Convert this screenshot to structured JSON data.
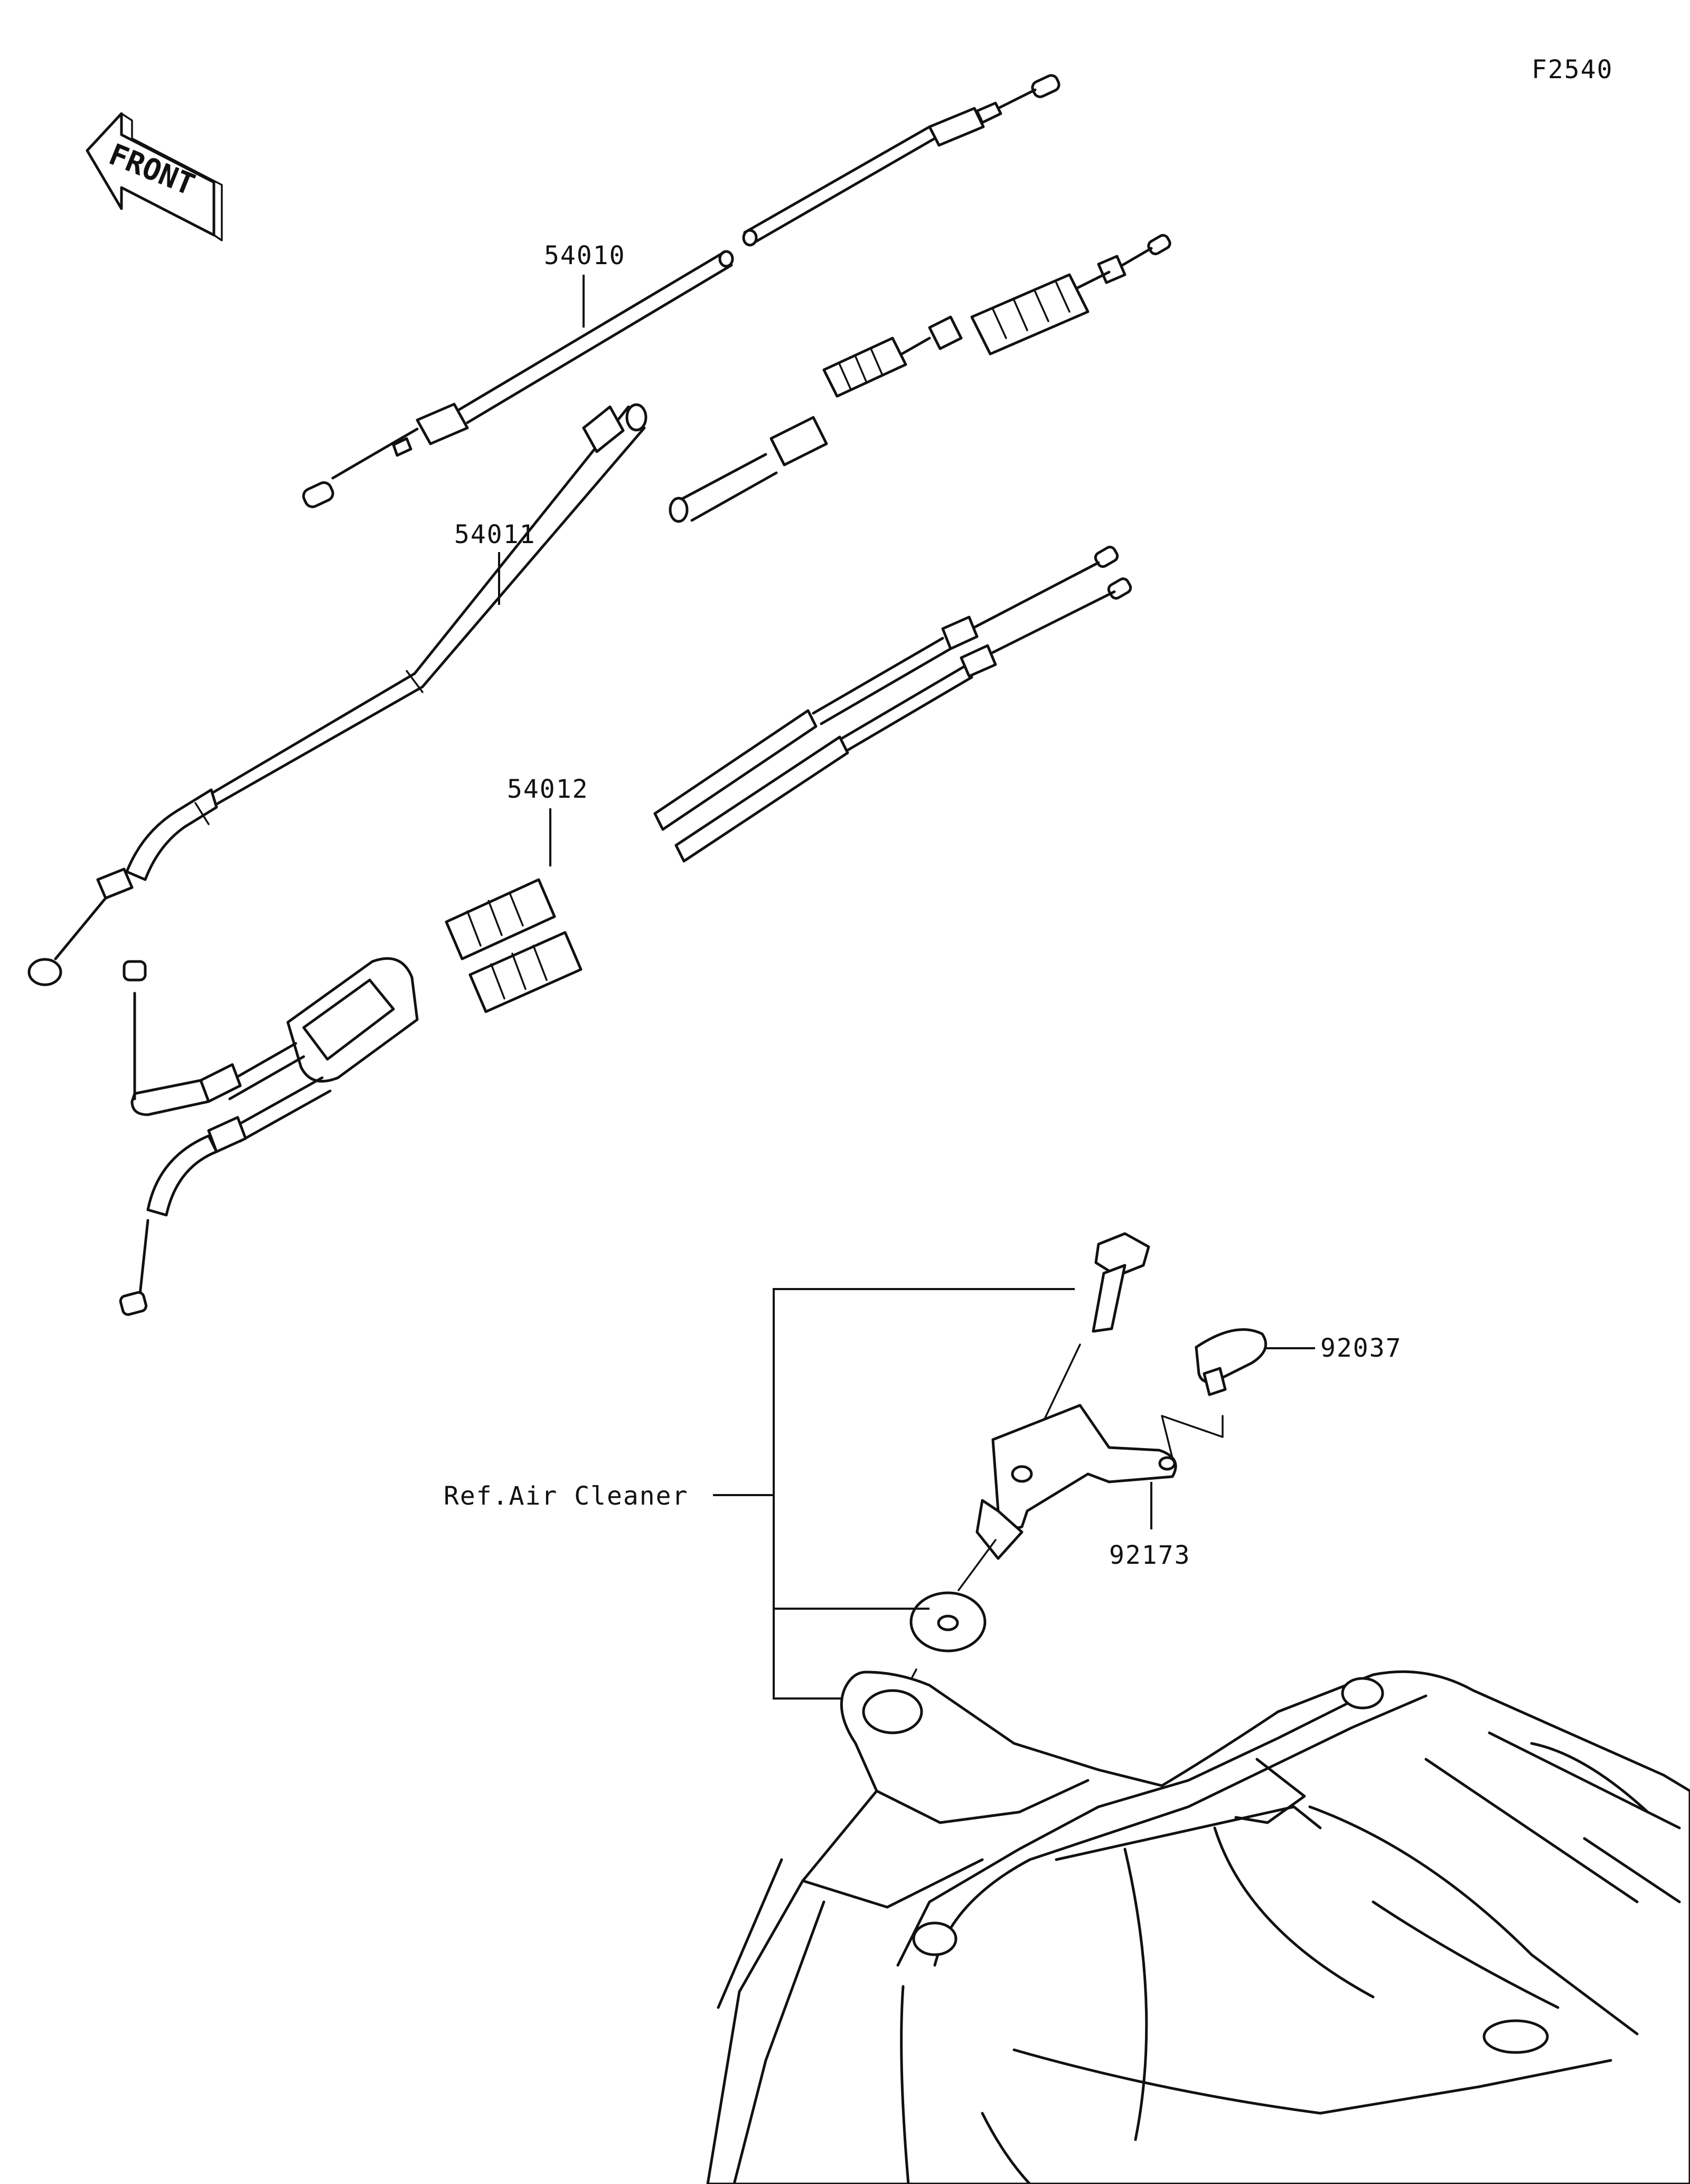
{
  "figure_code": "F2540",
  "front_label": "FRONT",
  "parts": [
    {
      "number": "54010"
    },
    {
      "number": "54011"
    },
    {
      "number": "54012"
    },
    {
      "number": "92037"
    },
    {
      "number": "92173"
    }
  ],
  "reference": "Ref.Air Cleaner"
}
